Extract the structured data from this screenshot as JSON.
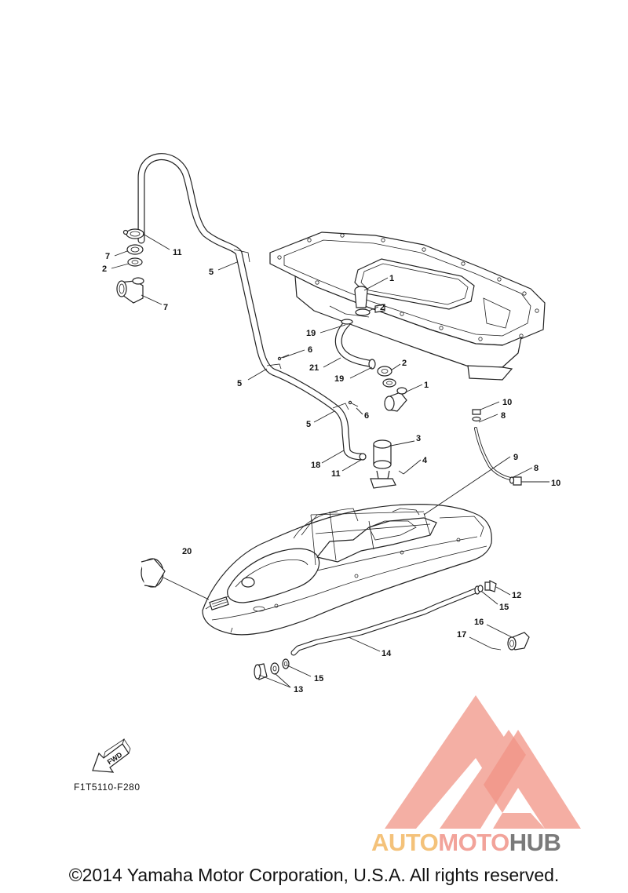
{
  "diagram": {
    "drawing_code": "F1T5110-F280",
    "fwd_label": "FWD",
    "copyright": "©2014 Yamaha Motor Corporation, U.S.A. All rights reserved.",
    "watermark": {
      "brand_part1": "AUTO",
      "brand_part2": "MOTO",
      "brand_part3": "HUB",
      "colors": {
        "auto": "#f4c27a",
        "moto": "#f2a39a",
        "hub": "#7a7a7a",
        "logo": "#f08878"
      }
    },
    "callouts": [
      "1",
      "2",
      "19",
      "21",
      "19",
      "2",
      "1",
      "6",
      "5",
      "7",
      "11",
      "2",
      "7",
      "5",
      "6",
      "5",
      "3",
      "18",
      "11",
      "4",
      "10",
      "8",
      "9",
      "8",
      "10",
      "20",
      "12",
      "15",
      "14",
      "16",
      "17",
      "15",
      "13"
    ]
  }
}
